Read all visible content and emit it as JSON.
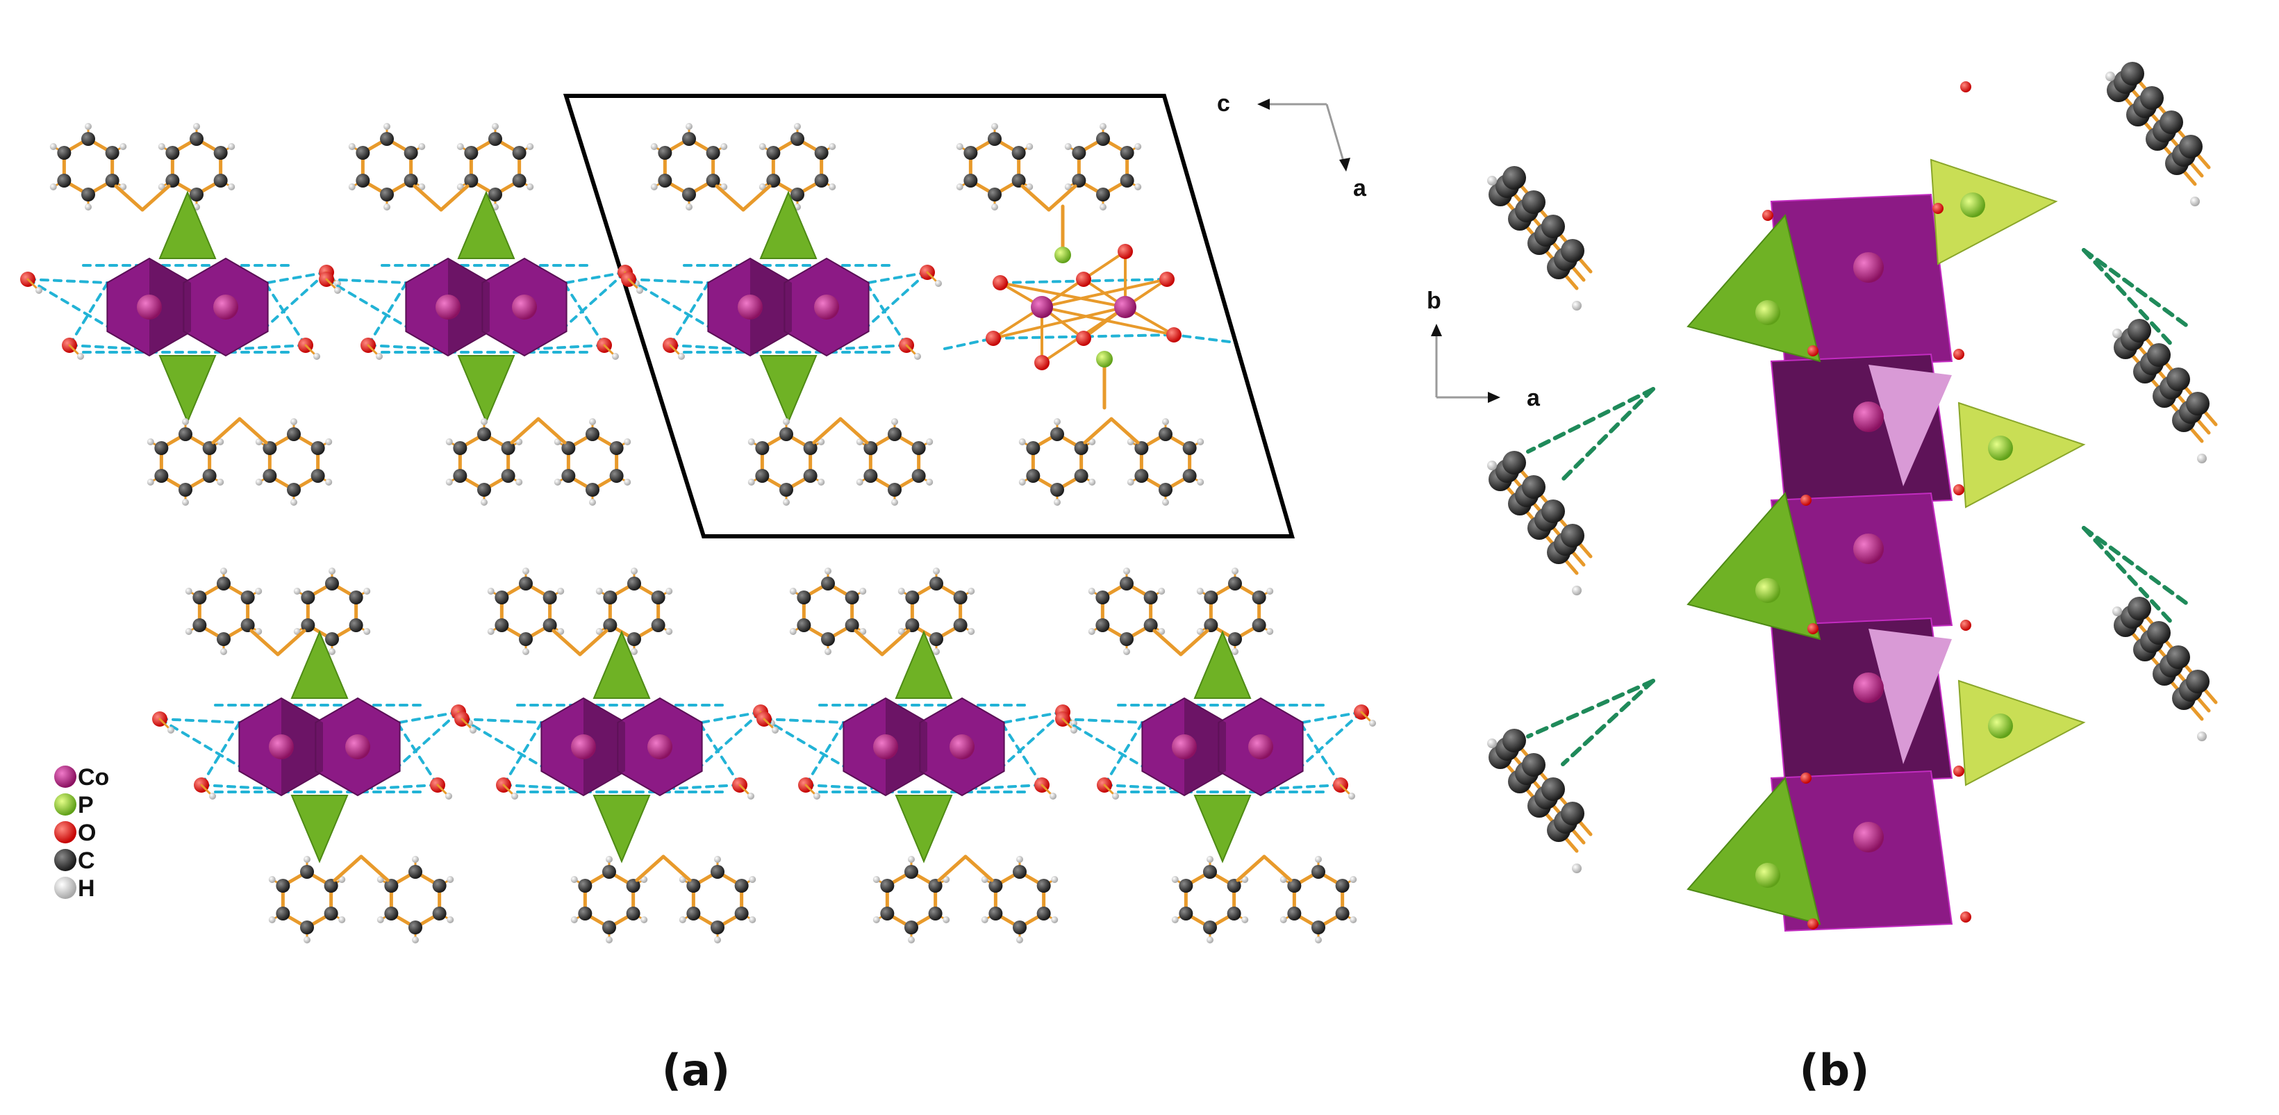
{
  "panels": {
    "a": {
      "label": "(a)"
    },
    "b": {
      "label": "(b)"
    }
  },
  "axes_a": {
    "c": "c",
    "a": "a"
  },
  "axes_b": {
    "b": "b",
    "a": "a"
  },
  "legend": [
    {
      "symbol": "Co",
      "color": "#b0247a"
    },
    {
      "symbol": "P",
      "color": "#7ac52a"
    },
    {
      "symbol": "O",
      "color": "#e8170f"
    },
    {
      "symbol": "C",
      "color": "#2b2b2b"
    },
    {
      "symbol": "H",
      "color": "#e6e6e6"
    }
  ],
  "colors": {
    "co_polyhedron": "#8c1a85",
    "co_polyhedron_dark": "#5e1358",
    "co_polyhedron_light": "#d99ad6",
    "p_tetrahedron": "#6fb225",
    "p_tetrahedron_light": "#c9de55",
    "bond": "#e89a2b",
    "hbond_cyan": "#22b3d6",
    "hbond_green": "#1f8a5a",
    "carbon": "#2b2b2b",
    "oxygen": "#e8170f",
    "hydrogen": "#e6e6e6",
    "cell_edge": "#000000"
  }
}
